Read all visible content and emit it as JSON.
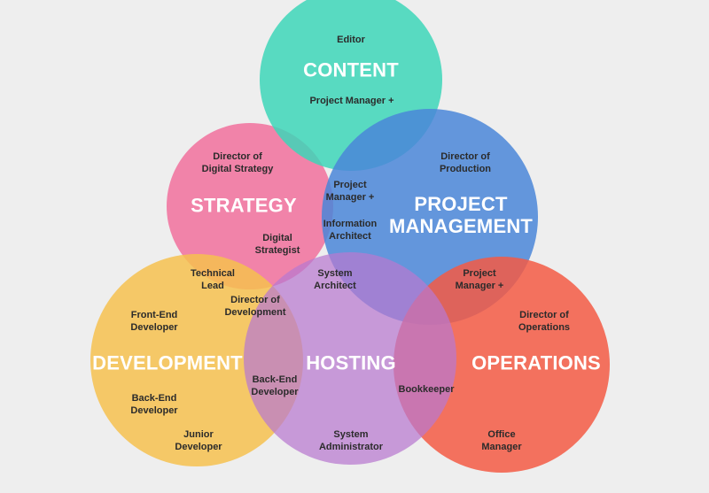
{
  "diagram": {
    "circles": [
      {
        "id": "content",
        "title": "CONTENT",
        "color": "#3dd6b8"
      },
      {
        "id": "strategy",
        "title": "STRATEGY",
        "color": "#f1709c"
      },
      {
        "id": "project_management",
        "title": "PROJECT\nMANAGEMENT",
        "color": "#4a86d8"
      },
      {
        "id": "development",
        "title": "DEVELOPMENT",
        "color": "#f6c14f"
      },
      {
        "id": "hosting",
        "title": "HOSTING",
        "color": "#b979d0"
      },
      {
        "id": "operations",
        "title": "OPERATIONS",
        "color": "#f35b44"
      }
    ],
    "roles": {
      "editor": "Editor",
      "pm_plus_top": "Project Manager +",
      "director_digital_strategy": "Director of\nDigital Strategy",
      "director_production": "Director of\nProduction",
      "pm_plus_mid": "Project\nManager +",
      "information_architect": "Information\nArchitect",
      "digital_strategist": "Digital\nStrategist",
      "technical_lead": "Technical\nLead",
      "system_architect": "System\nArchitect",
      "pm_plus_right": "Project\nManager +",
      "director_development": "Director of\nDevelopment",
      "front_end_developer": "Front-End\nDeveloper",
      "director_operations": "Director of\nOperations",
      "back_end_developer_mid": "Back-End\nDeveloper",
      "bookkeeper": "Bookkeeper",
      "back_end_developer_left": "Back-End\nDeveloper",
      "junior_developer": "Junior\nDeveloper",
      "system_administrator": "System\nAdministrator",
      "office_manager": "Office\nManager"
    }
  }
}
